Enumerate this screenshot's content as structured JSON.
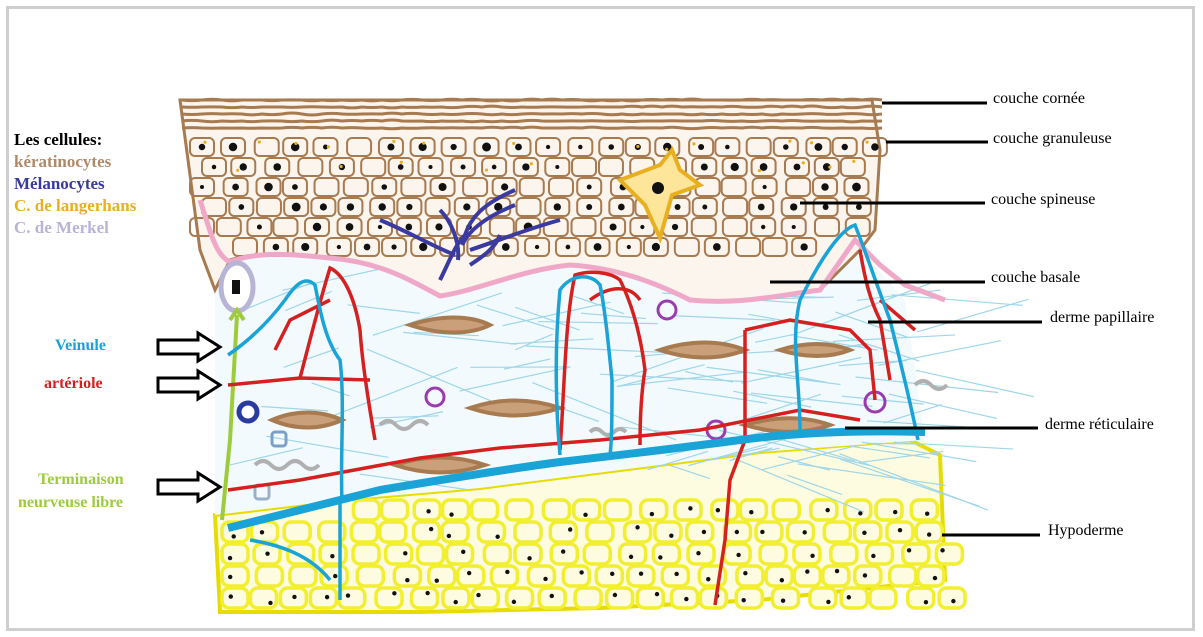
{
  "legend": {
    "title": "Les cellules:",
    "items": [
      {
        "label": "kératinocytes",
        "color": "#b08a68"
      },
      {
        "label": "Mélanocytes",
        "color": "#3a3a9a"
      },
      {
        "label": "C. de langerhans",
        "color": "#e8b020"
      },
      {
        "label": "C. de Merkel",
        "color": "#b8b4d6"
      }
    ]
  },
  "left_labels": {
    "veinule": {
      "text": "Veinule",
      "color": "#1aa3d6"
    },
    "arteriole": {
      "text": "artériole",
      "color": "#d62020"
    },
    "terminaison_line1": {
      "text": "Terminaison",
      "color": "#9ccc3c"
    },
    "terminaison_line2": {
      "text": "neurveuse libre",
      "color": "#9ccc3c"
    }
  },
  "right_labels": {
    "couche_cornee": "couche cornée",
    "couche_granuleuse": "couche granuleuse",
    "couche_spineuse": "couche spineuse",
    "couche_basale": "couche basale",
    "derme_papillaire": "derme papillaire",
    "derme_reticulaire": "derme réticulaire",
    "hypoderme": "Hypoderme"
  },
  "colors": {
    "epidermis": "#a87a50",
    "basement": "#f0a8c8",
    "vein": "#1aa3d6",
    "artery": "#d62020",
    "nerve": "#9ccc3c",
    "fibers": "#9fd6e8",
    "fat": "#f2ee30",
    "fat_stroke": "#e6dc00",
    "fibroblast": "#a87a50"
  }
}
